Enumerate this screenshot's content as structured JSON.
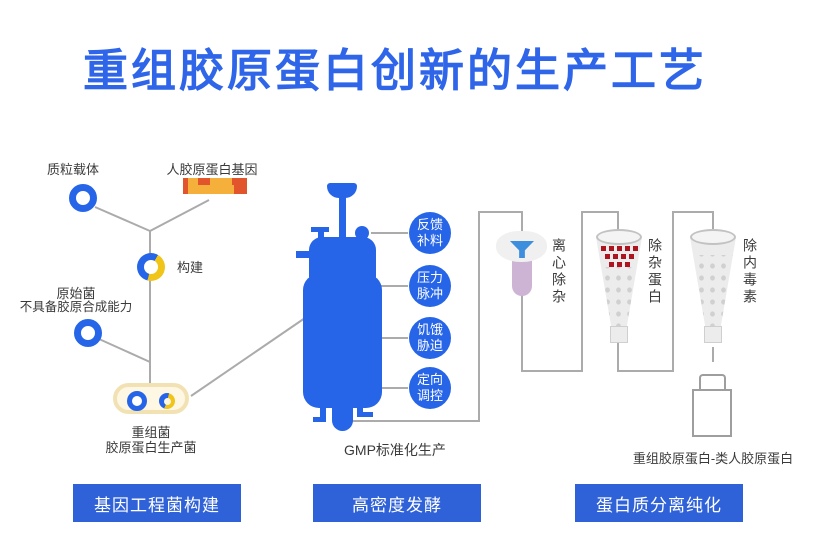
{
  "title": "重组胶原蛋白创新的生产工艺",
  "colors": {
    "primary_blue": "#2765e8",
    "title_blue": "#2e65e9",
    "button_blue": "#2f62d8",
    "gene_red": "#e2542c",
    "gene_amber": "#f5b03c",
    "ring_yellow": "#f0c419",
    "line_gray": "#ababab",
    "square_red": "#ae1320",
    "tube_lavender": "#cdb3d4"
  },
  "gene_construction": {
    "plasmid_label": "质粒载体",
    "gene_label": "人胶原蛋白基因",
    "build_label": "构建",
    "host_label": "原始菌",
    "host_sublabel": "不具备胶原合成能力",
    "recombinant_label": "重组菌",
    "recombinant_sublabel": "胶原蛋白生产菌"
  },
  "fermentation": {
    "tags": [
      [
        "反馈",
        "补料"
      ],
      [
        "压力",
        "脉冲"
      ],
      [
        "饥饿",
        "胁迫"
      ],
      [
        "定向",
        "调控"
      ]
    ],
    "caption": "GMP标准化生产"
  },
  "purification": {
    "steps": [
      {
        "label": "离心除杂"
      },
      {
        "label": "除杂蛋白"
      },
      {
        "label": "除内毒素"
      }
    ],
    "product_label": "重组胶原蛋白-类人胶原蛋白"
  },
  "stages": [
    {
      "label": "基因工程菌构建"
    },
    {
      "label": "高密度发酵"
    },
    {
      "label": "蛋白质分离纯化"
    }
  ]
}
